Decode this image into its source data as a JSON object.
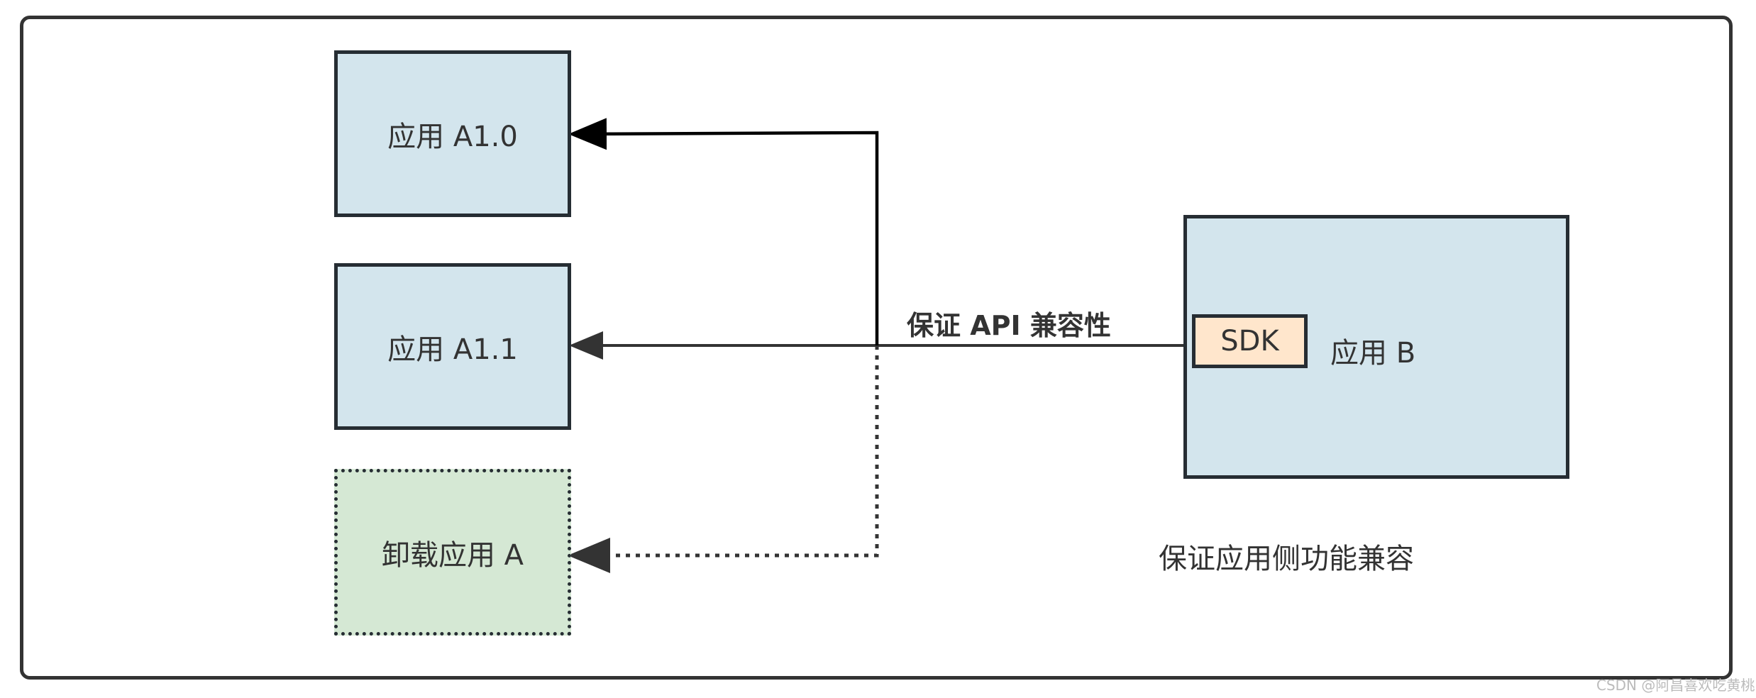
{
  "diagram": {
    "nodes": {
      "app_a10": "应用 A1.0",
      "app_a11": "应用 A1.1",
      "uninstall_a": "卸载应用 A",
      "sdk": "SDK",
      "app_b": "应用 B"
    },
    "edge_label": "保证 API 兼容性",
    "caption": "保证应用侧功能兼容",
    "watermark": "CSDN @阿昌喜欢吃黄桃"
  },
  "colors": {
    "app_fill": "#d3e5ed",
    "uninstall_fill": "#d5e8d4",
    "sdk_fill": "#ffe6cc",
    "stroke": "#262d33",
    "text": "#333333"
  }
}
